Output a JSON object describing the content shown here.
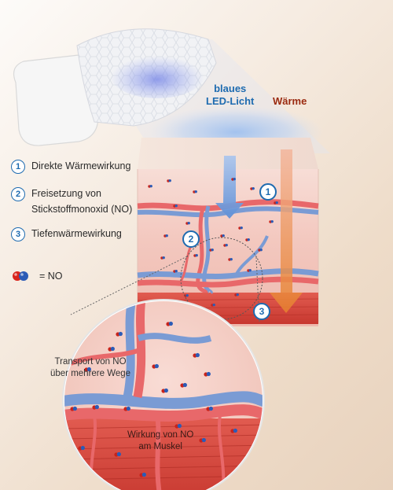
{
  "labels": {
    "light_line1": "blaues",
    "light_line2": "LED-Licht",
    "heat": "Wärme",
    "zoom_transport_line1": "Transport von NO",
    "zoom_transport_line2": "über mehrere Wege",
    "zoom_muscle_line1": "Wirkung von NO",
    "zoom_muscle_line2": "am Muskel"
  },
  "legend": {
    "items": [
      {
        "number": "1",
        "lines": [
          "Direkte Wärmewirkung"
        ]
      },
      {
        "number": "2",
        "lines": [
          "Freisetzung von",
          "Stickstoffmonoxid (NO)"
        ]
      },
      {
        "number": "3",
        "lines": [
          "Tiefenwärmewirkung"
        ]
      }
    ],
    "no_symbol": "= NO"
  },
  "markers": {
    "m1": "1",
    "m2": "2",
    "m3": "3"
  },
  "colors": {
    "badge_blue": "#1e6bb0",
    "light_text": "#1e6bb0",
    "heat_text": "#9a2a10",
    "vessel_red": "#e8686a",
    "vessel_blue": "#7a9bd4",
    "muscle": "#d8453c",
    "skin": "#f4cdc5"
  }
}
